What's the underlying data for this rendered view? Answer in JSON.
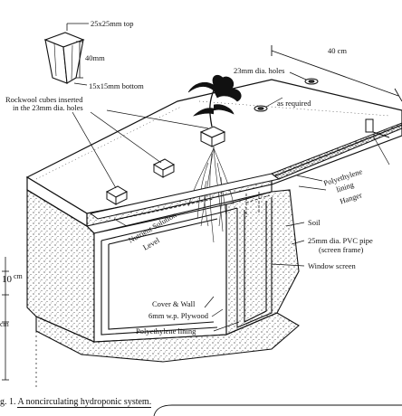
{
  "labels": {
    "cube_top": "25x25mm top",
    "cube_height": "40mm",
    "cube_bottom": "15x15mm bottom",
    "rockwool_line1": "Rockwool cubes inserted",
    "rockwool_line2": "in the 23mm dia. holes",
    "width": "40 cm",
    "holes": "23mm dia. holes",
    "as_required": "as required",
    "poly_lining_1": "Polyethylene",
    "poly_lining_2": "lining",
    "hanger": "Hanger",
    "nutrient_1": "Nutrient Solution",
    "nutrient_2": "Level",
    "soil": "Soil",
    "pvc_1": "25mm dia. PVC pipe",
    "pvc_2": "(screen frame)",
    "window_screen": "Window screen",
    "depth_10": "10",
    "depth_10_unit": "cm",
    "depth_cm": "cm",
    "cover_1": "Cover & Wall",
    "cover_2": "6mm w.p. Plywood",
    "poly_lining_bottom": "Polyethylene lining"
  },
  "caption": {
    "prefix": "g. 1.",
    "text": "A noncirculating hydroponic system."
  },
  "colors": {
    "ink": "#111111",
    "paper": "#ffffff"
  }
}
